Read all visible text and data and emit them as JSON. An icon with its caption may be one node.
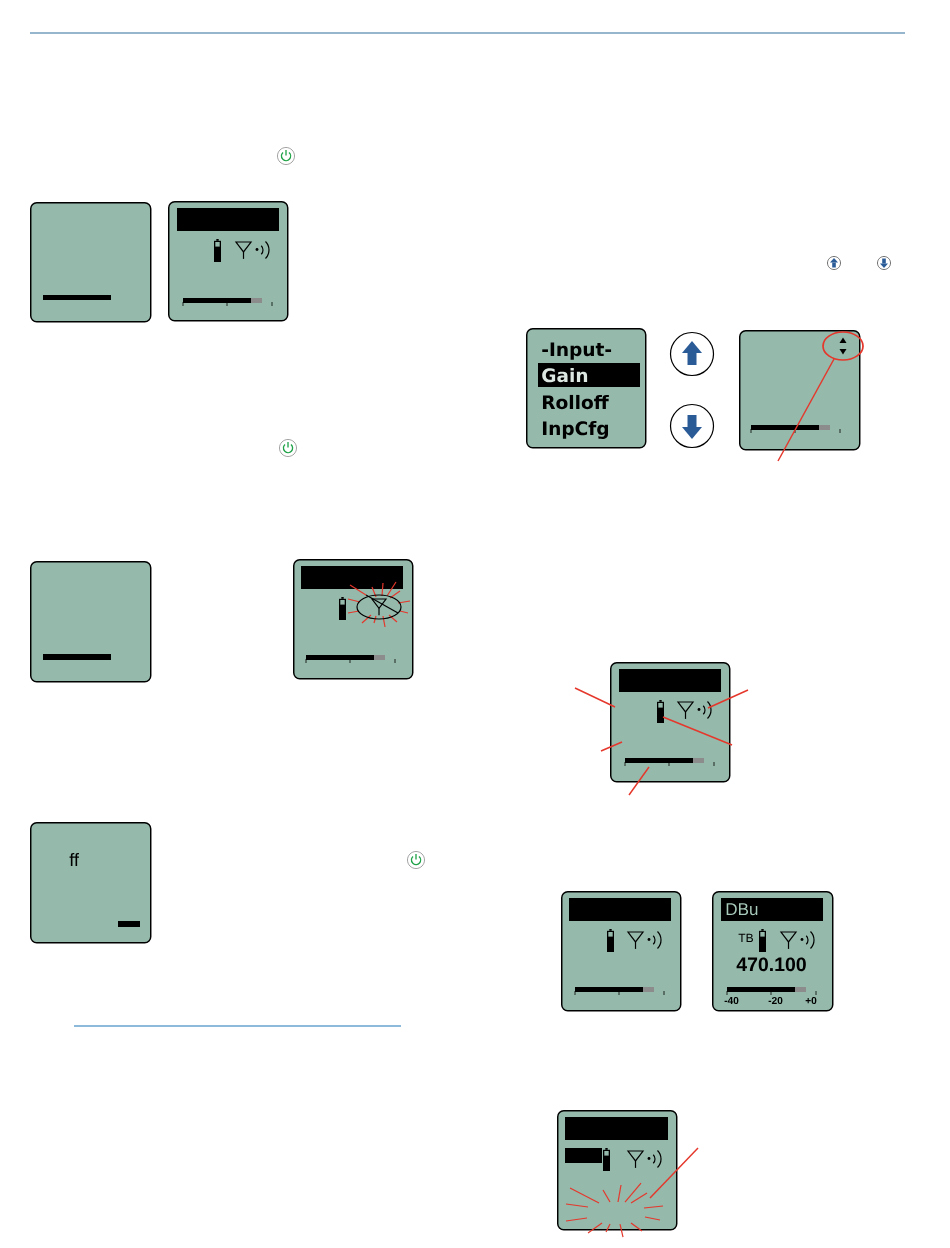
{
  "diagram": {
    "nodes": [
      {
        "text": [],
        "shape": "box"
      },
      {
        "text": [],
        "shape": "box"
      },
      {
        "text": [],
        "shape": "box"
      },
      {
        "text": [],
        "shape": "box"
      },
      {
        "text": [
          "ff"
        ]
      },
      {
        "text": [
          "-Input-",
          "Gain",
          "Rolloff",
          "InpCfg"
        ]
      },
      {
        "text": [],
        "shape": "box"
      },
      {
        "text": [],
        "shape": "box"
      },
      {
        "text": [],
        "shape": "box"
      },
      {
        "text": [
          "DBu",
          "TB",
          "470.100",
          "-40",
          "-20",
          "+0"
        ]
      },
      {
        "text": [],
        "shape": "box"
      }
    ],
    "edges": [
      {
        "from": null,
        "to": 6,
        "arrow": "none"
      },
      {
        "from": null,
        "to": 7,
        "arrow": "none"
      },
      {
        "from": null,
        "to": 7,
        "arrow": "none"
      },
      {
        "from": null,
        "to": 7,
        "arrow": "none"
      },
      {
        "from": null,
        "to": 7,
        "arrow": "none"
      },
      {
        "from": null,
        "to": 7,
        "arrow": "none"
      },
      {
        "from": null,
        "to": 10,
        "arrow": "none"
      }
    ]
  }
}
